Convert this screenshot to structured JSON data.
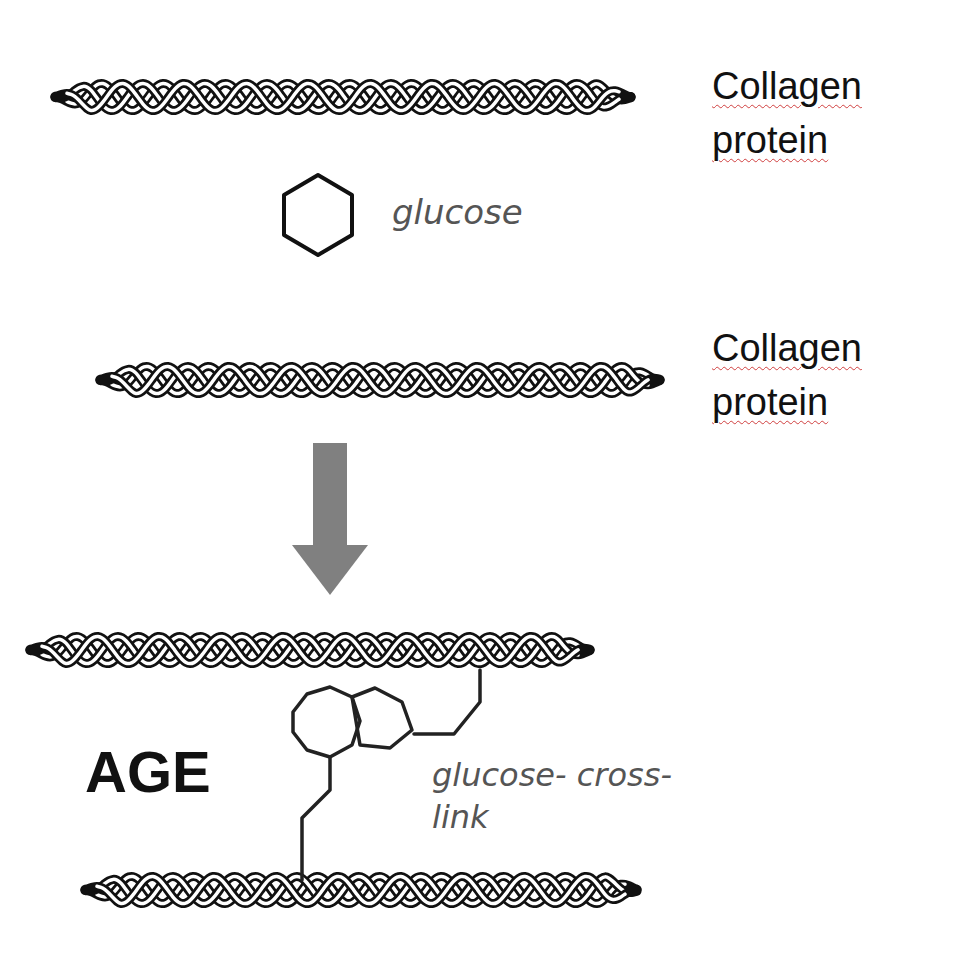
{
  "diagram": {
    "labels": [
      "Collagen protein",
      "glucose",
      "Collagen protein",
      "AGE",
      "glucose- cross-link"
    ]
  }
}
